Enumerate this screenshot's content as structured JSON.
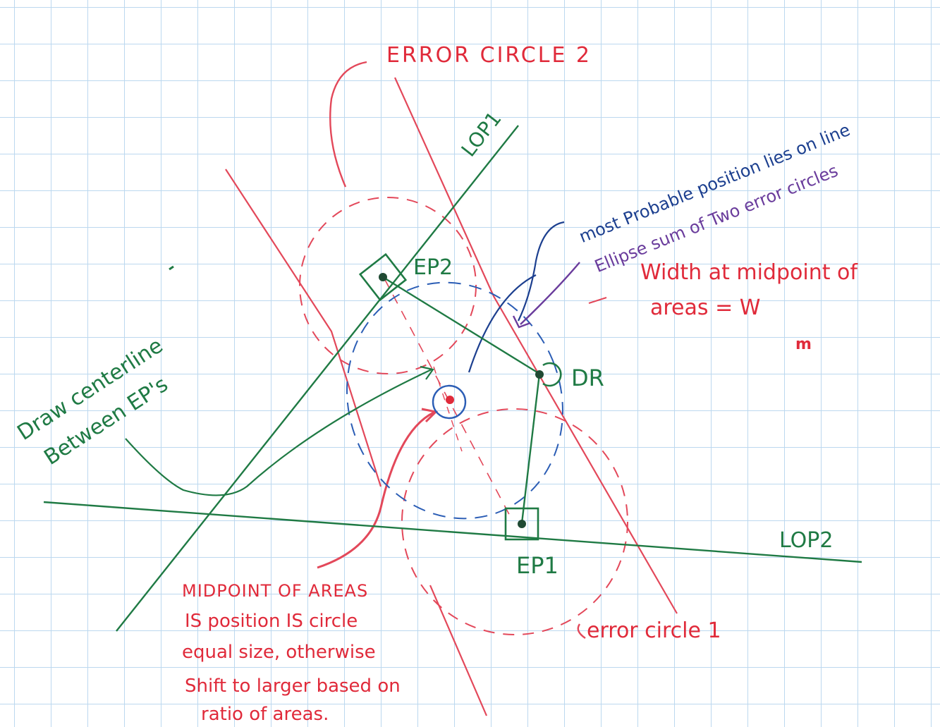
{
  "labels": {
    "error_circle_2": "ERROR CIRCLE 2",
    "lop1": "LOP1",
    "most_probable": "most Probable position lies on line",
    "ellipse_sum": "Ellipse sum of Two error circles",
    "ep2": "EP2",
    "width_line1": "Width at midpoint of",
    "width_line2": "areas = W",
    "width_subscript": "m",
    "dr": "DR",
    "centerline_line1": "Draw centerline",
    "centerline_line2": "Between EP's",
    "lop2": "LOP2",
    "ep1": "EP1",
    "error_circle_1": "error circle 1",
    "midpoint_note": [
      "MIDPOINT OF AREAS",
      "IS position IS circle",
      "equal size, otherwise",
      "Shift to larger based on",
      "ratio of areas."
    ]
  },
  "colors": {
    "red_ink": "#e02a3a",
    "green_ink": "#1f7a44",
    "blue_ink": "#1c3f8f",
    "purple_ink": "#6a3c9c",
    "grid": "#bcd8ef"
  }
}
